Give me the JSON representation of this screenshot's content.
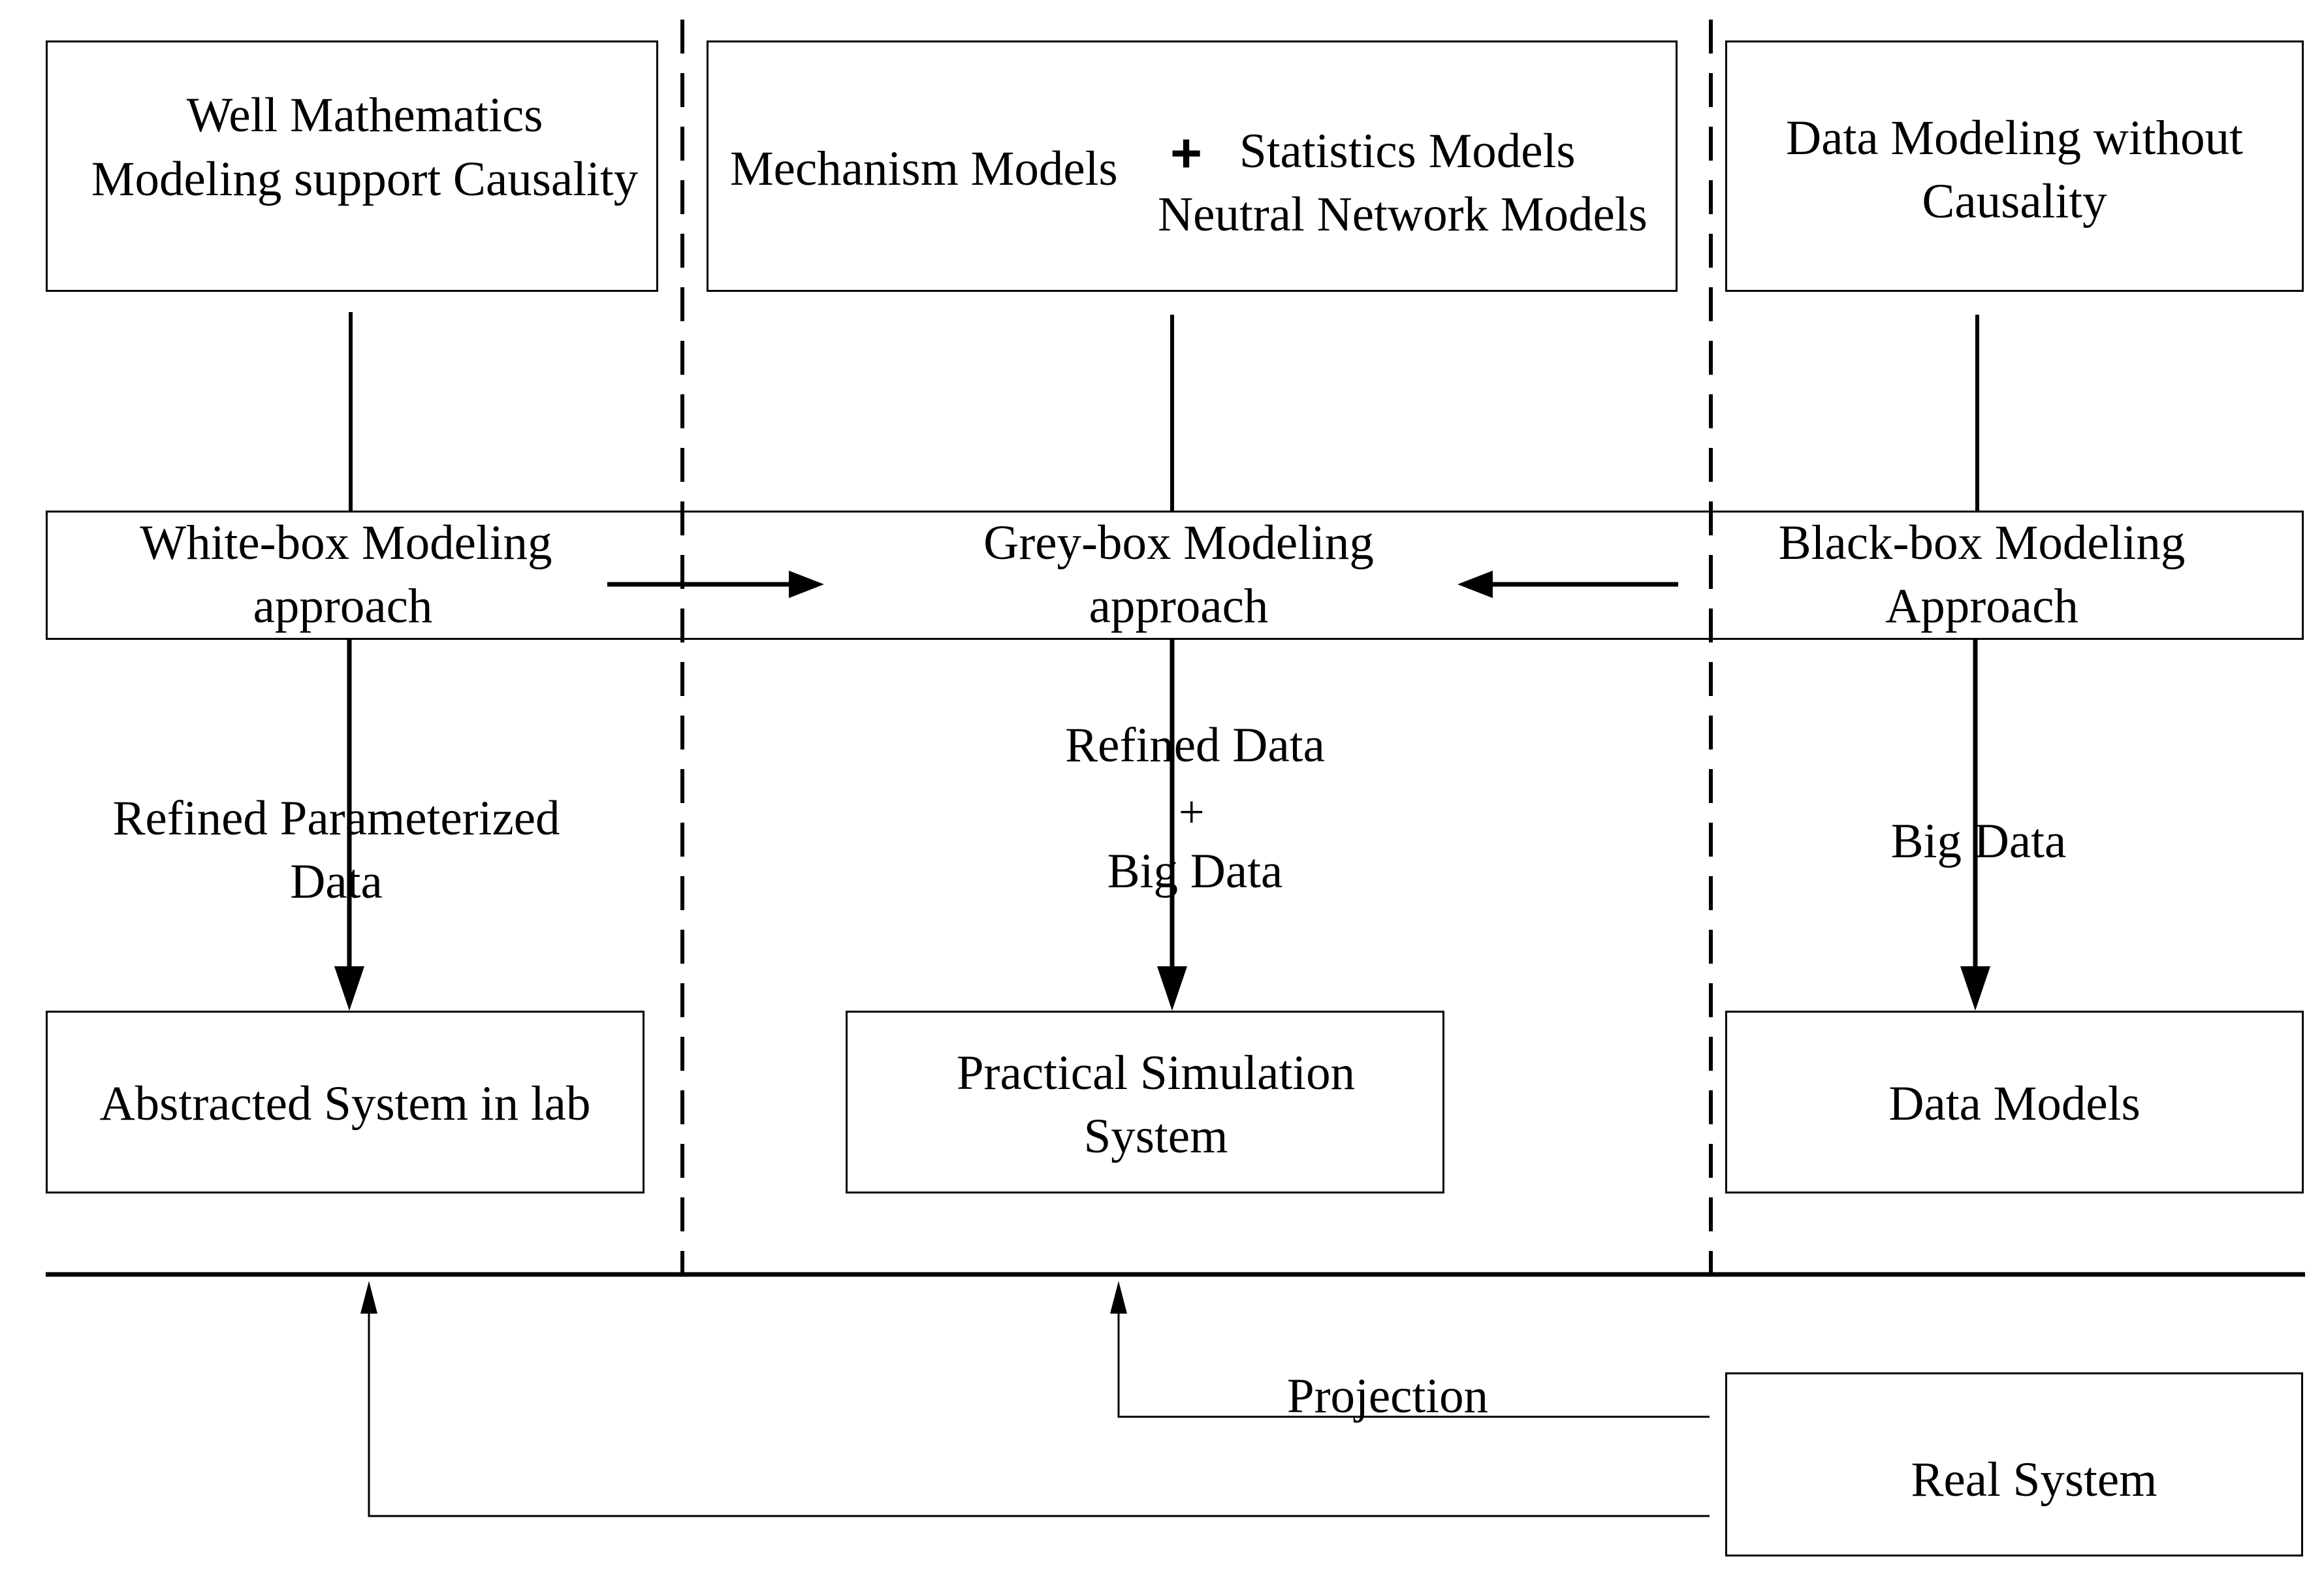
{
  "top_boxes": {
    "white": {
      "line1": "Well Mathematics",
      "line2": "Modeling support Causality"
    },
    "grey": {
      "mechanism": "Mechanism Models",
      "plus": "+",
      "statistics": "Statistics Models",
      "neural": "Neutral Network Models"
    },
    "black": {
      "line1": "Data Modeling without",
      "line2": "Causality"
    }
  },
  "approach_band": {
    "white": {
      "line1": "White-box Modeling",
      "line2": "approach"
    },
    "grey": {
      "line1": "Grey-box Modeling",
      "line2": "approach"
    },
    "black": {
      "line1": "Black-box Modeling",
      "line2": "Approach"
    }
  },
  "edge_labels": {
    "white": {
      "line1": "Refined Parameterized",
      "line2": "Data"
    },
    "grey": {
      "line1": "Refined Data",
      "plus": "+",
      "line2": "Big Data"
    },
    "black": {
      "line1": "Big Data"
    }
  },
  "bottom_boxes": {
    "white": {
      "line1": "Abstracted System in lab"
    },
    "grey": {
      "line1": "Practical Simulation",
      "line2": "System"
    },
    "black": {
      "line1": "Data Models"
    }
  },
  "real_system": {
    "label": "Real System"
  },
  "projection_label": "Projection"
}
